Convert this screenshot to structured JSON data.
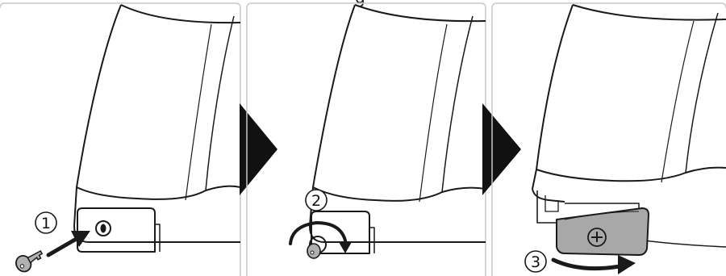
{
  "header": {
    "fragment": "g"
  },
  "steps": [
    {
      "number": "1",
      "action": "insert-key"
    },
    {
      "number": "2",
      "action": "turn-key"
    },
    {
      "number": "3",
      "action": "remove-cover"
    }
  ],
  "icons": [
    "key-icon",
    "insert-arrow-icon",
    "rotate-arrow-icon",
    "pull-arrow-icon",
    "next-step-triangle-icon"
  ],
  "colors": {
    "line": "#1a1a1a",
    "panel_border": "#c8c8c8",
    "triangle": "#111111",
    "key_fill": "#b0b0b0",
    "cover_fill": "#a8a8a8"
  }
}
